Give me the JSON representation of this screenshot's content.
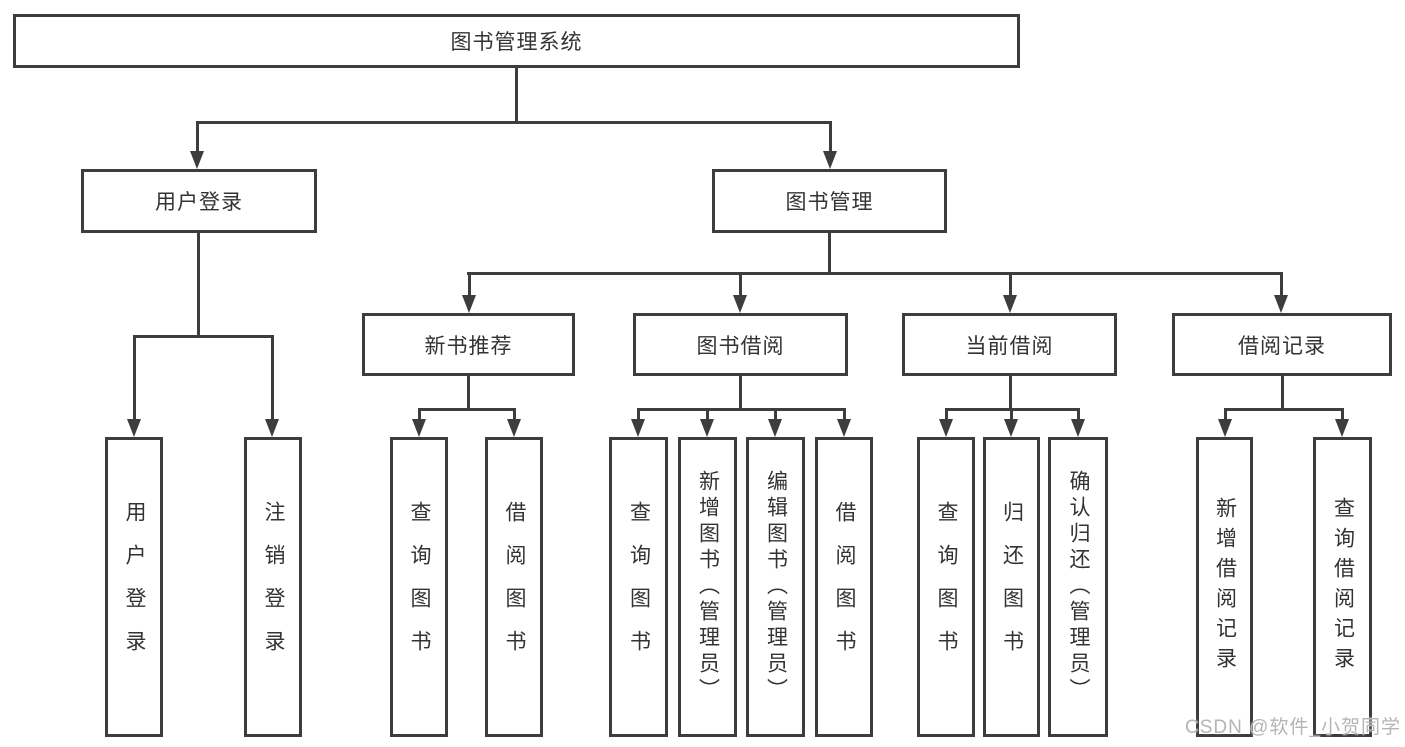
{
  "diagram": {
    "type": "hierarchy",
    "line_color": "#3d3d3d",
    "text_color": "#333333",
    "background": "#ffffff"
  },
  "nodes": {
    "root": "图书管理系统",
    "level2": {
      "user_login": "用户登录",
      "book_management": "图书管理"
    },
    "level3": {
      "new_book_recommend": "新书推荐",
      "book_borrowing": "图书借阅",
      "current_borrowing": "当前借阅",
      "borrowing_records": "借阅记录"
    },
    "leaves": {
      "user_login": "用户登录",
      "logout": "注销登录",
      "recommend_query_books": "查询图书",
      "recommend_borrow_books": "借阅图书",
      "borrowing_query_books": "查询图书",
      "borrowing_add_books_admin": "新增图书（管理员）",
      "borrowing_edit_books_admin": "编辑图书（管理员）",
      "borrowing_borrow_books": "借阅图书",
      "current_query_books": "查询图书",
      "current_return_books": "归还图书",
      "current_confirm_return_admin": "确认归还（管理员）",
      "records_add_record": "新增借阅记录",
      "records_query_record": "查询借阅记录"
    },
    "edges": [
      {
        "from": "图书管理系统",
        "to": "用户登录"
      },
      {
        "from": "图书管理系统",
        "to": "图书管理"
      },
      {
        "from": "用户登录",
        "to": "用户登录"
      },
      {
        "from": "用户登录",
        "to": "注销登录"
      },
      {
        "from": "图书管理",
        "to": "新书推荐"
      },
      {
        "from": "图书管理",
        "to": "图书借阅"
      },
      {
        "from": "图书管理",
        "to": "当前借阅"
      },
      {
        "from": "图书管理",
        "to": "借阅记录"
      },
      {
        "from": "新书推荐",
        "to": "查询图书"
      },
      {
        "from": "新书推荐",
        "to": "借阅图书"
      },
      {
        "from": "图书借阅",
        "to": "查询图书"
      },
      {
        "from": "图书借阅",
        "to": "新增图书（管理员）"
      },
      {
        "from": "图书借阅",
        "to": "编辑图书（管理员）"
      },
      {
        "from": "图书借阅",
        "to": "借阅图书"
      },
      {
        "from": "当前借阅",
        "to": "查询图书"
      },
      {
        "from": "当前借阅",
        "to": "归还图书"
      },
      {
        "from": "当前借阅",
        "to": "确认归还（管理员）"
      },
      {
        "from": "借阅记录",
        "to": "新增借阅记录"
      },
      {
        "from": "借阅记录",
        "to": "查询借阅记录"
      }
    ]
  },
  "watermark": {
    "text": "CSDN @软件_小贺同学",
    "color": "#b5b5b5"
  }
}
